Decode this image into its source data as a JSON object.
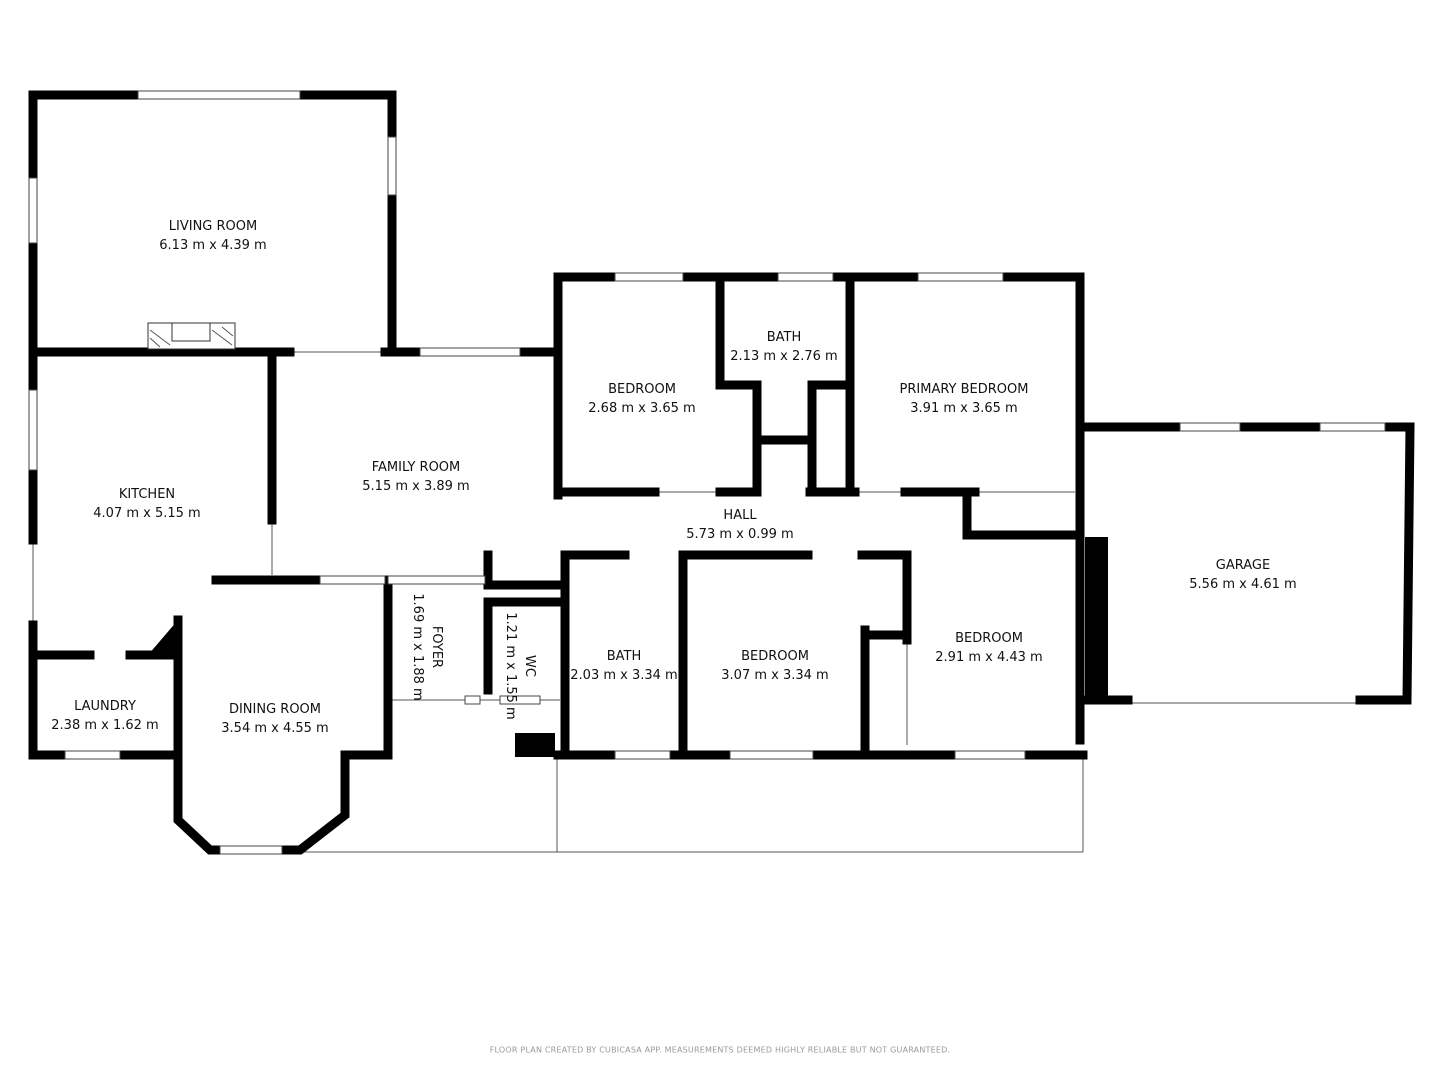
{
  "rooms": [
    {
      "name": "LIVING ROOM",
      "size": "6.13 m x 4.39 m"
    },
    {
      "name": "KITCHEN",
      "size": "4.07 m x 5.15 m"
    },
    {
      "name": "FAMILY ROOM",
      "size": "5.15 m x 3.89 m"
    },
    {
      "name": "LAUNDRY",
      "size": "2.38 m x 1.62 m"
    },
    {
      "name": "DINING ROOM",
      "size": "3.54 m x 4.55 m"
    },
    {
      "name": "FOYER",
      "size": "1.69 m x 1.88 m"
    },
    {
      "name": "WC",
      "size": "1.21 m x 1.55 m"
    },
    {
      "name": "BEDROOM",
      "size": "2.68 m x 3.65 m"
    },
    {
      "name": "BATH",
      "size": "2.13 m x 2.76 m"
    },
    {
      "name": "PRIMARY BEDROOM",
      "size": "3.91 m x 3.65 m"
    },
    {
      "name": "HALL",
      "size": "5.73 m x 0.99 m"
    },
    {
      "name": "BATH",
      "size": "2.03 m x 3.34 m"
    },
    {
      "name": "BEDROOM",
      "size": "3.07 m x 3.34 m"
    },
    {
      "name": "BEDROOM",
      "size": "2.91 m x 4.43 m"
    },
    {
      "name": "GARAGE",
      "size": "5.56 m x 4.61 m"
    }
  ],
  "footer": "FLOOR PLAN CREATED BY CUBICASA APP. MEASUREMENTS DEEMED HIGHLY RELIABLE BUT NOT GUARANTEED."
}
